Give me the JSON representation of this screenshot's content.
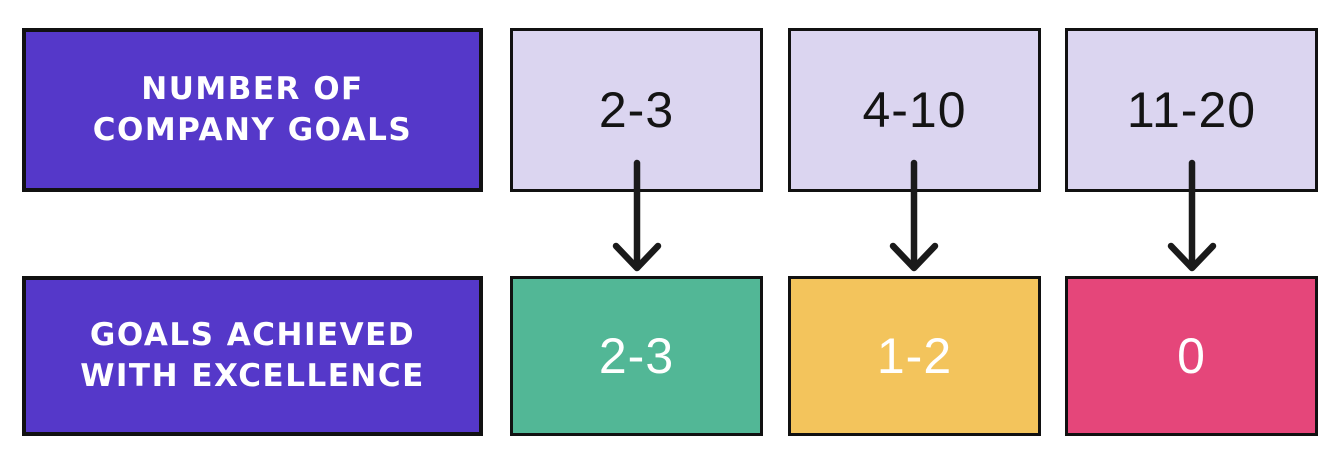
{
  "rows": [
    {
      "name": "number-of-company-goals",
      "label_lines": [
        "NUMBER OF",
        "COMPANY GOALS"
      ],
      "cells": [
        {
          "value": "2-3"
        },
        {
          "value": "4-10"
        },
        {
          "value": "11-20"
        }
      ]
    },
    {
      "name": "goals-achieved-with-excellence",
      "label_lines": [
        "GOALS ACHIEVED",
        "WITH EXCELLENCE"
      ],
      "cells": [
        {
          "value": "2-3",
          "status": "good"
        },
        {
          "value": "1-2",
          "status": "medium"
        },
        {
          "value": "0",
          "status": "bad"
        }
      ]
    }
  ],
  "colors": {
    "label_box_bg": "#5538C9",
    "label_text": "#FFFFFF",
    "range_box_bg": "#DBD5F0",
    "range_text": "#141414",
    "good_bg": "#52B796",
    "medium_bg": "#F3C45C",
    "bad_bg": "#E5467A",
    "result_text": "#FFFFFF",
    "box_border": "#111111",
    "arrow": "#1A1A1A",
    "background": "#FFFFFF"
  }
}
